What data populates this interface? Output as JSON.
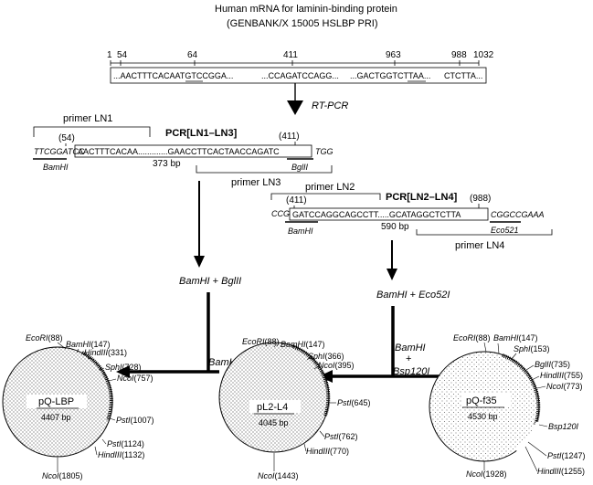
{
  "header": {
    "title_line1": "Human mRNA for laminin-binding protein",
    "title_line2": "(GENBANK/X 15005   HSLBP PRI)"
  },
  "mrna": {
    "positions": [
      "1",
      "54",
      "64",
      "411",
      "963",
      "988",
      "1032"
    ],
    "seq_a": "...AACTTTCACAATGTCCGGA...",
    "seq_b": "...CCAGATCCAGG...",
    "seq_c": "...GACTGGTCTTAA...",
    "seq_d": "CTCTTA..."
  },
  "rtpcr": {
    "label": "RT-PCR"
  },
  "pcr1": {
    "primer_ln1": "primer LN1",
    "title": "PCR[LN1–LN3]",
    "pos_left": "(54)",
    "pos_right": "(411)",
    "left_flank": "TTCGGATCC",
    "seq": "AACTTTCACAA.............GAACCTTCACTAACCAGATC",
    "right_flank": "TGG",
    "site_left": "BamHI",
    "size": "373 bp",
    "site_right": "BglII",
    "primer_ln3": "primer LN3"
  },
  "pcr2": {
    "primer_ln2": "primer LN2",
    "title": "PCR[LN2–LN4]",
    "pos_left": "(411)",
    "pos_right": "(988)",
    "left_flank": "CCG",
    "seq": "GATCCAGGCAGCCTT.....GCATAGGCTCTTA",
    "right_flank": "CGGCCGAAA",
    "site_left": "BamHI",
    "size": "590 bp",
    "site_right": "Eco521",
    "primer_ln4": "primer LN4"
  },
  "digests": {
    "left_enz1": "BamHI",
    "left_plus": " + ",
    "left_enz2": "BglII",
    "right_enz1": "BamHI",
    "right_plus": " + ",
    "right_enz2": "Eco52I",
    "vector_enz1": "BamHI",
    "vector_plus": "+",
    "vector_enz2": "Bsp120I",
    "middle_enz": "BamHI"
  },
  "plasmids": {
    "pqlbp": {
      "name": "pQ-LBP",
      "size": "4407 bp",
      "sites": [
        {
          "enz": "EcoRI",
          "num": "(88)"
        },
        {
          "enz": "BamHI",
          "num": "(147)"
        },
        {
          "enz": "HindIII",
          "num": "(331)"
        },
        {
          "enz": "SphI",
          "num": "(728)"
        },
        {
          "enz": "NcoI",
          "num": "(757)"
        },
        {
          "enz": "PstI",
          "num": "(1007)"
        },
        {
          "enz": "PstI",
          "num": "(1124)"
        },
        {
          "enz": "HindIII",
          "num": "(1132)"
        },
        {
          "enz": "NcoI",
          "num": "(1805)"
        }
      ]
    },
    "pl2l4": {
      "name": "pL2-L4",
      "size": "4045 bp",
      "sites": [
        {
          "enz": "EcoRI",
          "num": "(88)"
        },
        {
          "enz": "BamHI",
          "num": "(147)"
        },
        {
          "enz": "SphI",
          "num": "(366)"
        },
        {
          "enz": "NcoI",
          "num": "(395)"
        },
        {
          "enz": "PstI",
          "num": "(645)"
        },
        {
          "enz": "PstI",
          "num": "(762)"
        },
        {
          "enz": "HindIII",
          "num": "(770)"
        },
        {
          "enz": "NcoI",
          "num": "(1443)"
        }
      ]
    },
    "pqf35": {
      "name": "pQ-f35",
      "size": "4530 bp",
      "sites": [
        {
          "enz": "EcoRI",
          "num": "(88)"
        },
        {
          "enz": "BamHI",
          "num": "(147)"
        },
        {
          "enz": "SphI",
          "num": "(153)"
        },
        {
          "enz": "BglII",
          "num": "(735)"
        },
        {
          "enz": "HindIII",
          "num": "(755)"
        },
        {
          "enz": "NcoI",
          "num": "(773)"
        },
        {
          "enz": "Bsp120I",
          "num": ""
        },
        {
          "enz": "PstI",
          "num": "(1247)"
        },
        {
          "enz": "HindIII",
          "num": "(1255)"
        },
        {
          "enz": "NcoI",
          "num": "(1928)"
        }
      ]
    }
  }
}
